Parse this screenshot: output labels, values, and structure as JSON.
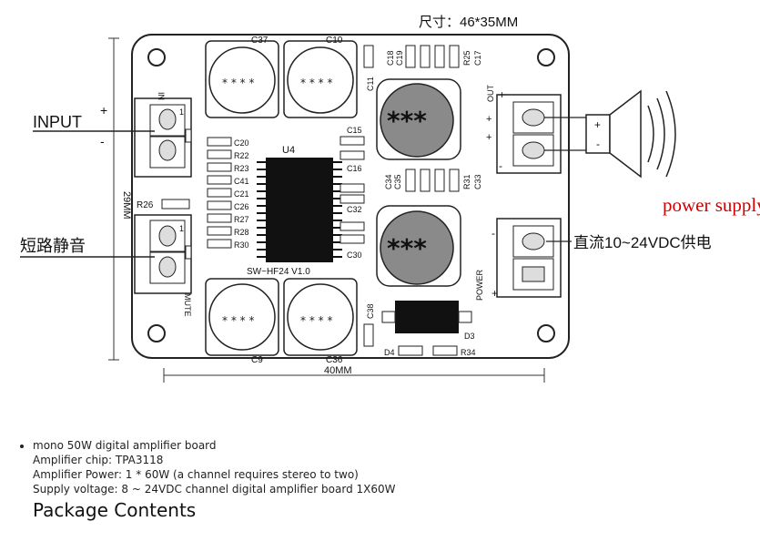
{
  "diagram": {
    "size_label": "尺寸：46*35MM",
    "input_label": "INPUT",
    "mute_side_label": "短路静音",
    "supply_label": "直流10~24VDC供电",
    "power_supply_label": "power supply",
    "chip_label": "U4",
    "board_name": "SW~HF24 V1.0",
    "height_dim": "29MM",
    "width_dim": "40MM",
    "inductor_text": "***",
    "in_connector": "IN",
    "mute_connector": "MUTE",
    "out_connector": "OUT",
    "power_connector": "POWER",
    "plus": "+",
    "minus": "-",
    "pin1": "1",
    "caps_big": [
      "C37",
      "C10",
      "C9",
      "C36"
    ],
    "left_components": [
      "C20",
      "R22",
      "R23",
      "C41",
      "C21",
      "C26",
      "R27",
      "R28",
      "R30"
    ],
    "right_components": [
      "C15",
      "C16",
      "C32",
      "C30"
    ],
    "top_components": [
      "C18",
      "C19",
      "R25",
      "C17",
      "C11"
    ],
    "mid_components": [
      "C34",
      "C35",
      "R31",
      "C33"
    ],
    "r26": "R26",
    "c38": "C38",
    "d3": "D3",
    "d4": "D4",
    "r34": "R34",
    "colors": {
      "accent_red": "#d40000",
      "pcb_line": "#222222"
    }
  },
  "specs": {
    "line1": "mono 50W digital amplifier board",
    "line2": "Amplifier chip: TPA3118",
    "line3": "Amplifier Power: 1 * 60W (a channel requires stereo to two)",
    "line4": "Supply voltage: 8 ~ 24VDC channel digital amplifier board 1X60W"
  },
  "package_heading": "Package Contents"
}
